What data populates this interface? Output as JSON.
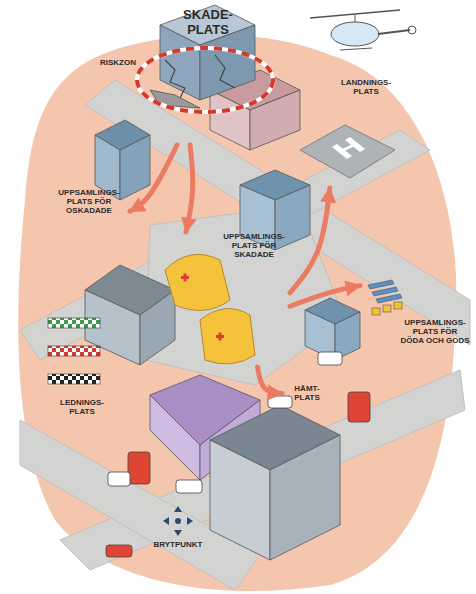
{
  "diagram": {
    "nodes": [
      {
        "text": [
          "SKADE- PLATS"
        ]
      },
      {
        "text": [
          "UPPSAMLINGS- PLATS FÖR OSKADADE"
        ]
      },
      {
        "text": [
          "UPPSAMLINGS- PLATS FÖR SKADADE"
        ]
      },
      {
        "text": [
          "LANDNINGS- PLATS"
        ]
      },
      {
        "text": [
          "UPPSAMLINGS- PLATS FÖR DÖDA OCH GODS"
        ]
      },
      {
        "text": [
          "HÄMT- PLATS"
        ]
      }
    ],
    "edges": [
      {
        "from": 0,
        "to": 1,
        "arrow": "to"
      },
      {
        "from": 0,
        "to": 2,
        "arrow": "to"
      },
      {
        "from": 2,
        "to": 3,
        "arrow": "to"
      },
      {
        "from": 2,
        "to": 4,
        "arrow": "to"
      },
      {
        "from": 2,
        "to": 5,
        "arrow": "to"
      }
    ],
    "labels": [
      "RISKZON",
      "LEDNINGS- PLATS",
      "BRYTPUNKT"
    ]
  }
}
